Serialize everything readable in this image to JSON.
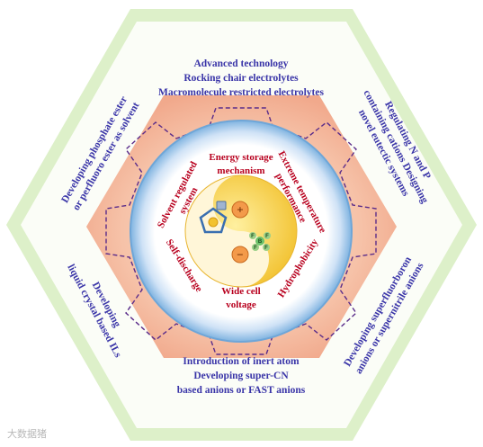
{
  "outer_labels": {
    "top": [
      "Advanced technology",
      "Rocking chair electrolytes",
      "Macromolecule restricted electrolytes"
    ],
    "top_right": [
      "Regulating N and P",
      "containing cations Designing",
      "novel eutectic systems"
    ],
    "bottom_right": [
      "Developing superfluorboron",
      "anions or supernitrile anions"
    ],
    "bottom": [
      "Introduction of inert atom",
      "Developing super-CN",
      "based anions or FAST anions"
    ],
    "bottom_left": [
      "Developing",
      "liquid crystal based ILs"
    ],
    "top_left": [
      "Developing phosphate ester",
      "or perfluoro ester as  solvent"
    ]
  },
  "inner_labels": {
    "top": [
      "Energy storage",
      "mechanism"
    ],
    "right_top": [
      "Extreme temperature",
      "performance"
    ],
    "right_bottom": "Hydrophobicity",
    "bottom": [
      "Wide cell",
      "voltage"
    ],
    "left_bottom": "Self-discharge",
    "left_top": [
      "Solvent regulated",
      "system"
    ]
  },
  "center": {
    "plus": "+",
    "minus": "−",
    "anion_atoms": [
      "F",
      "F",
      "B",
      "F",
      "F"
    ]
  },
  "colors": {
    "outer_glow": "#cfe8b0",
    "hexagon": "#fbfdf7",
    "inner_hex": "#f4b79a",
    "gear_line": "#5a2c8a",
    "ring": "#7fb3e0",
    "core": "#f7cf4a",
    "blue_text": "#3a35a8",
    "red_text": "#b8001e"
  },
  "watermark": "大数据猪"
}
